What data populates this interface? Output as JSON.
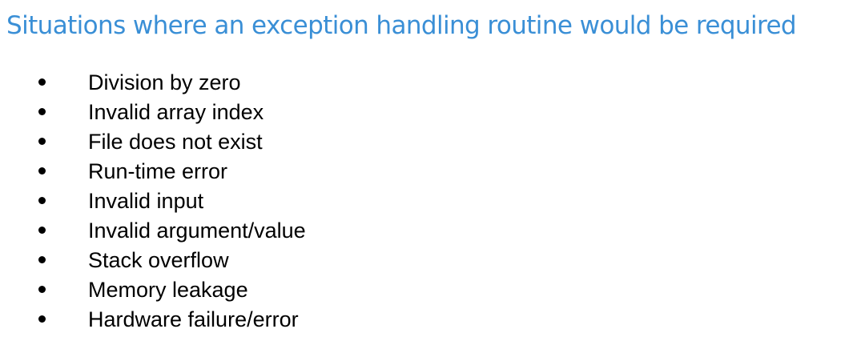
{
  "title": "Situations where an exception handling routine would be required",
  "items": [
    "Division by zero",
    "Invalid array index",
    "File does not exist",
    "Run-time error",
    "Invalid input",
    "Invalid argument/value",
    "Stack overflow",
    "Memory leakage",
    "Hardware failure/error"
  ],
  "colors": {
    "title": "#3a8fd6",
    "text": "#000000",
    "background": "#ffffff"
  }
}
